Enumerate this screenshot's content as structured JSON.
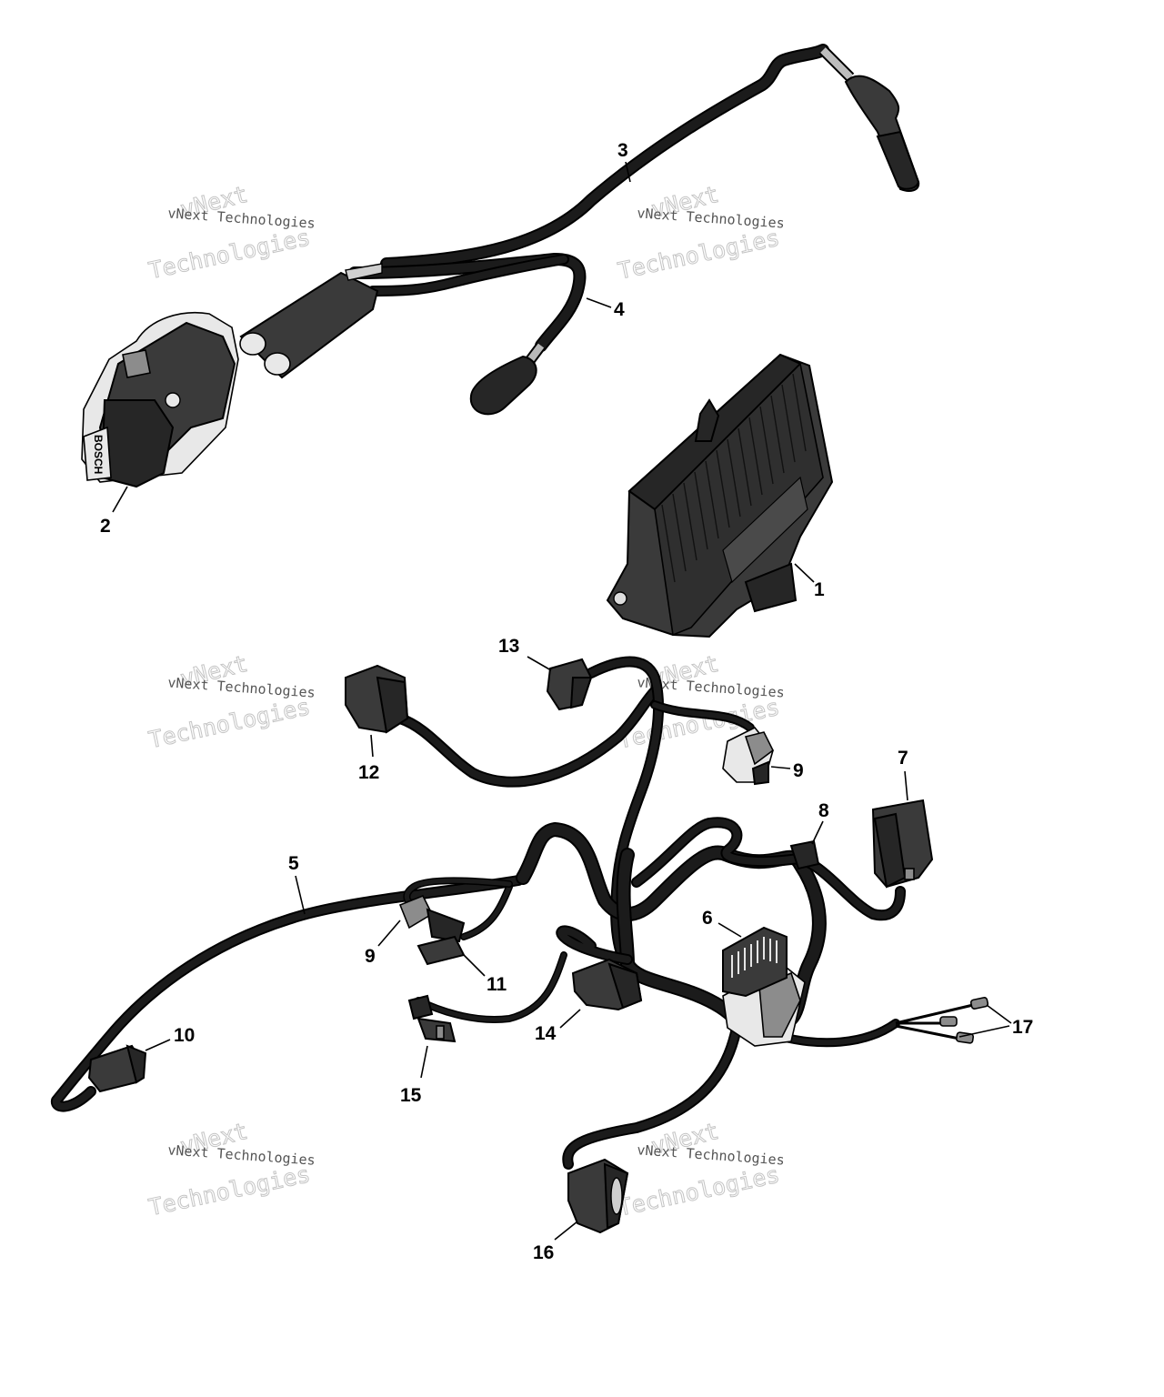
{
  "callouts": {
    "c1": "1",
    "c2": "2",
    "c3": "3",
    "c4": "4",
    "c5": "5",
    "c6": "6",
    "c7": "7",
    "c8": "8",
    "c9a": "9",
    "c9b": "9",
    "c10": "10",
    "c11": "11",
    "c12": "12",
    "c13": "13",
    "c14": "14",
    "c15": "15",
    "c16": "16",
    "c17": "17"
  },
  "watermark": {
    "line_small": "vNext Technologies",
    "line_big_1": "vNext",
    "line_big_2": "Technologies"
  },
  "module_label": "BOSCH",
  "colors": {
    "wire": "#1b1b1b",
    "part": "#3a3a3a",
    "watermark": "#c4c4c4"
  }
}
